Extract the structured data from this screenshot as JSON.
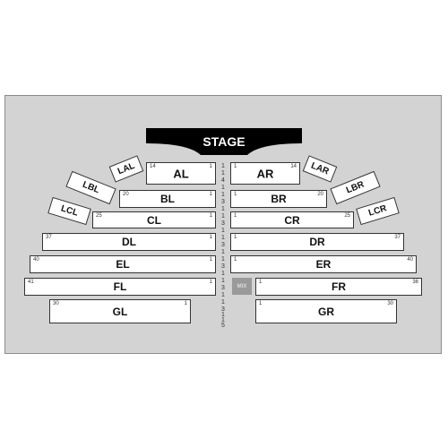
{
  "stage": {
    "label": "STAGE",
    "color": "#000000"
  },
  "sections": {
    "AL": {
      "label": "AL",
      "first": "14",
      "last": "1"
    },
    "AR": {
      "label": "AR",
      "first": "1",
      "last": "14"
    },
    "BL": {
      "label": "BL",
      "first": "20",
      "last": "1"
    },
    "BR": {
      "label": "BR",
      "first": "1",
      "last": "20"
    },
    "CL": {
      "label": "CL",
      "first": "25",
      "last": "1"
    },
    "CR": {
      "label": "CR",
      "first": "1",
      "last": "25"
    },
    "DL": {
      "label": "DL",
      "first": "37",
      "last": "1"
    },
    "DR": {
      "label": "DR",
      "first": "1",
      "last": "37"
    },
    "EL": {
      "label": "EL",
      "first": "40",
      "last": "1"
    },
    "ER": {
      "label": "ER",
      "first": "1",
      "last": "40"
    },
    "FL": {
      "label": "FL",
      "first": "41",
      "last": "1"
    },
    "FR": {
      "label": "FR",
      "first": "1",
      "last": "36"
    },
    "GL": {
      "label": "GL",
      "first": "30",
      "last": "1"
    },
    "GR": {
      "label": "GR",
      "first": "1",
      "last": "30"
    }
  },
  "boxes": {
    "LAL": "LAL",
    "LAR": "LAR",
    "LBL": "LBL",
    "LBR": "LBR",
    "LCL": "LCL",
    "LCR": "LCR"
  },
  "aisle_numbers": [
    "1",
    "1",
    "4",
    "1",
    "1",
    "3",
    "1",
    "1",
    "3",
    "1",
    "1",
    "3",
    "1",
    "1",
    "3",
    "1",
    "1",
    "3",
    "1",
    "1",
    "3",
    "1",
    "1",
    "5"
  ],
  "mix": "MIX",
  "colors": {
    "background": "#d3d3d3",
    "section": "#ffffff",
    "mix": "#9a9a9a"
  }
}
